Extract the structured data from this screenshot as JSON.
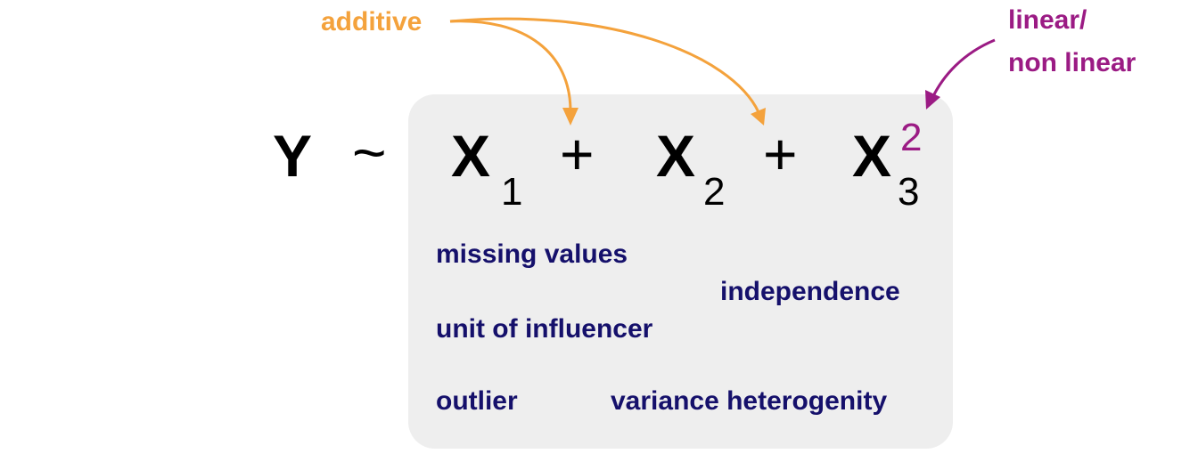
{
  "colors": {
    "additive": "#F4A23C",
    "linear": "#9B1B84",
    "assumption": "#15106B",
    "panel": "#EEEEEE",
    "math": "#000000"
  },
  "formula": {
    "response": "Y",
    "tilde": "~",
    "x": "X",
    "plus": "+",
    "subscripts": [
      "1",
      "2",
      "3"
    ],
    "exponent": "2"
  },
  "annotations": {
    "additive": "additive",
    "linear_line1": "linear/",
    "linear_line2": "non linear"
  },
  "assumptions": {
    "missing_values": "missing values",
    "independence": "independence",
    "unit_of_influencer": "unit of influencer",
    "outlier": "outlier",
    "variance_heterogenity": "variance heterogenity"
  }
}
